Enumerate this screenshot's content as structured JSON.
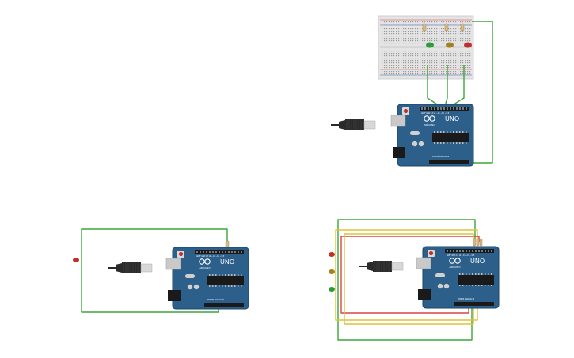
{
  "workspace": {
    "background": "#ffffff"
  },
  "boards": [
    {
      "id": "uno-top",
      "brand": "ARDUINO",
      "model": "UNO"
    },
    {
      "id": "uno-left",
      "brand": "ARDUINO",
      "model": "UNO"
    },
    {
      "id": "uno-right",
      "brand": "ARDUINO",
      "model": "UNO"
    }
  ],
  "colors": {
    "board": "#2c5f8a",
    "board_edge": "#1d4566",
    "wire_green": "#3aa63a",
    "wire_yellow": "#e0c13a",
    "wire_red": "#d8453f",
    "led_red": "#c0302a",
    "led_green": "#2c9c3a",
    "led_amber": "#a5801e",
    "breadboard": "#e4e4e4",
    "usb_cable": "#2a2a2a"
  },
  "leds": [
    {
      "name": "led-green",
      "color": "green"
    },
    {
      "name": "led-amber",
      "color": "amber"
    },
    {
      "name": "led-red",
      "color": "red"
    }
  ],
  "icons": [
    "usb-plug-icon",
    "arduino-logo-icon",
    "led-icon",
    "resistor-icon",
    "breadboard-icon"
  ]
}
